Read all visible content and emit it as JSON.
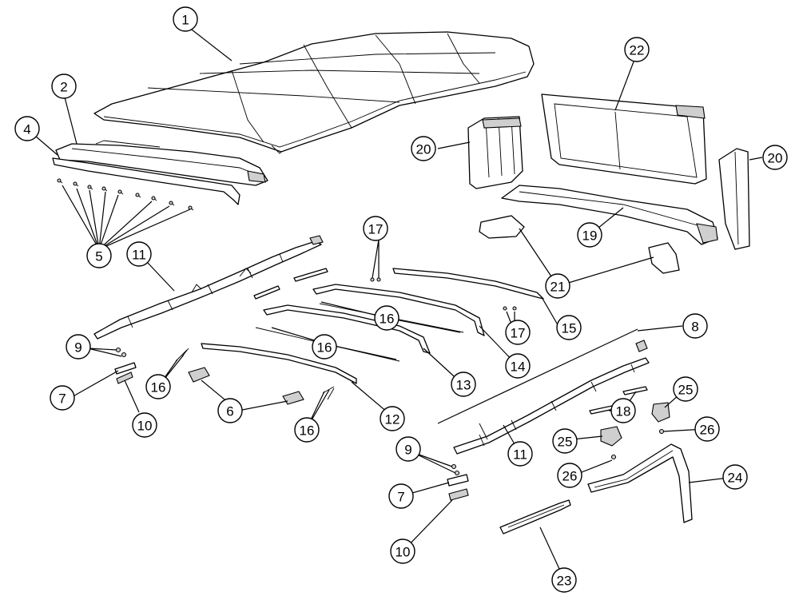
{
  "callouts": [
    {
      "id": "c1",
      "label": "1"
    },
    {
      "id": "c2",
      "label": "2"
    },
    {
      "id": "c4",
      "label": "4"
    },
    {
      "id": "c5",
      "label": "5"
    },
    {
      "id": "c11a",
      "label": "11"
    },
    {
      "id": "c9a",
      "label": "9"
    },
    {
      "id": "c7a",
      "label": "7"
    },
    {
      "id": "c10a",
      "label": "10"
    },
    {
      "id": "c16a",
      "label": "16"
    },
    {
      "id": "c6",
      "label": "6"
    },
    {
      "id": "c16b",
      "label": "16"
    },
    {
      "id": "c16c",
      "label": "16"
    },
    {
      "id": "c16d",
      "label": "16"
    },
    {
      "id": "c17a",
      "label": "17"
    },
    {
      "id": "c17b",
      "label": "17"
    },
    {
      "id": "c15",
      "label": "15"
    },
    {
      "id": "c14",
      "label": "14"
    },
    {
      "id": "c13",
      "label": "13"
    },
    {
      "id": "c12",
      "label": "12"
    },
    {
      "id": "c20a",
      "label": "20"
    },
    {
      "id": "c22",
      "label": "22"
    },
    {
      "id": "c20b",
      "label": "20"
    },
    {
      "id": "c19",
      "label": "19"
    },
    {
      "id": "c21",
      "label": "21"
    },
    {
      "id": "c8",
      "label": "8"
    },
    {
      "id": "c18",
      "label": "18"
    },
    {
      "id": "c25a",
      "label": "25"
    },
    {
      "id": "c25b",
      "label": "25"
    },
    {
      "id": "c26a",
      "label": "26"
    },
    {
      "id": "c26b",
      "label": "26"
    },
    {
      "id": "c24",
      "label": "24"
    },
    {
      "id": "c11b",
      "label": "11"
    },
    {
      "id": "c9b",
      "label": "9"
    },
    {
      "id": "c7b",
      "label": "7"
    },
    {
      "id": "c10b",
      "label": "10"
    },
    {
      "id": "c23",
      "label": "23"
    }
  ]
}
